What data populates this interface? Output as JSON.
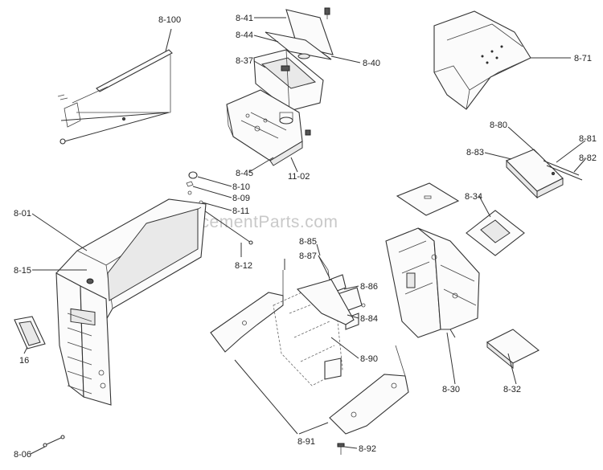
{
  "watermark": "eReplacementParts.com",
  "labels": {
    "l_8_100": "8-100",
    "l_8_41": "8-41",
    "l_8_44": "8-44",
    "l_8_37": "8-37",
    "l_8_40": "8-40",
    "l_8_71": "8-71",
    "l_8_80": "8-80",
    "l_8_81": "8-81",
    "l_8_82": "8-82",
    "l_8_83": "8-83",
    "l_8_45": "8-45",
    "l_11_02": "11-02",
    "l_8_10": "8-10",
    "l_8_09": "8-09",
    "l_8_11": "8-11",
    "l_8_12": "8-12",
    "l_8_34": "8-34",
    "l_8_01": "8-01",
    "l_8_15": "8-15",
    "l_16": "16",
    "l_8_85": "8-85",
    "l_8_87": "8-87",
    "l_8_86": "8-86",
    "l_8_84": "8-84",
    "l_8_90": "8-90",
    "l_8_30": "8-30",
    "l_8_32": "8-32",
    "l_8_06": "8-06",
    "l_8_91": "8-91",
    "l_8_92": "8-92"
  }
}
